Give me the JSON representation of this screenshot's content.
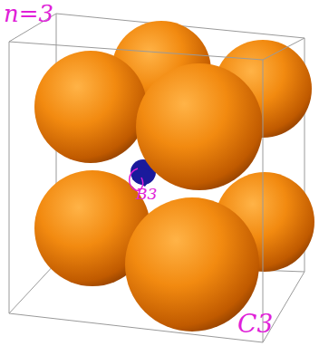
{
  "diagram": {
    "labels": [
      "n=3",
      "B3",
      "C3"
    ]
  }
}
